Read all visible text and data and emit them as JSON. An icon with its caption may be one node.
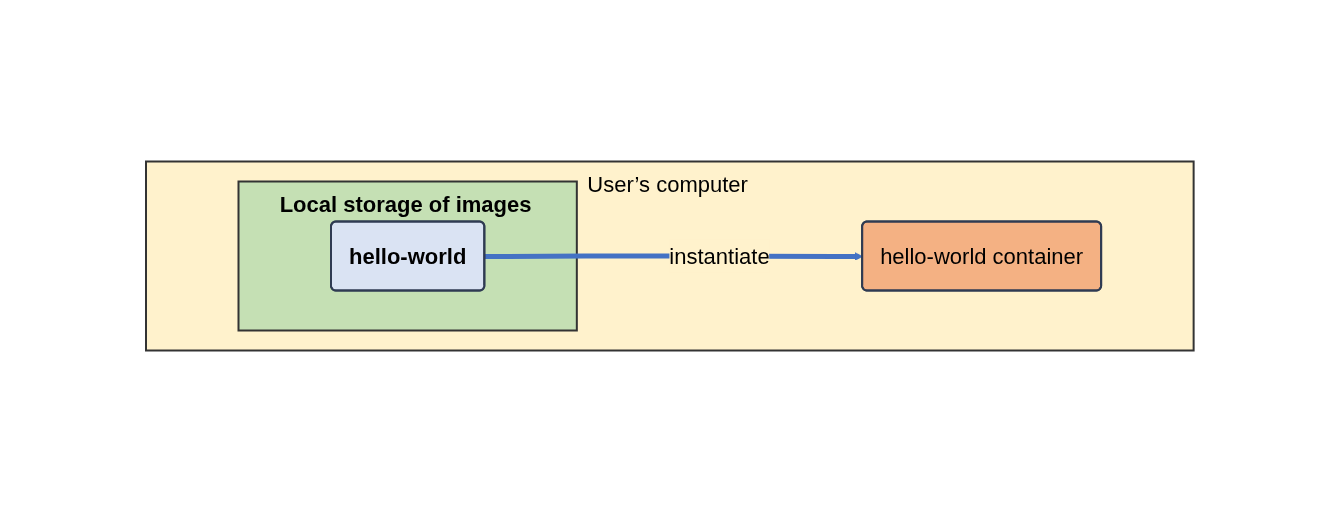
{
  "diagram": {
    "nodes": [
      {
        "text": [
          "User’s computer"
        ]
      },
      {
        "text": [
          "Local storage of images"
        ],
        "in": 0
      },
      {
        "text": [
          "hello-world"
        ],
        "in": 1
      },
      {
        "text": [
          "hello-world container"
        ],
        "in": 0
      }
    ],
    "edges": [
      {
        "from": 2,
        "to": 3,
        "label": "instantiate",
        "arrow": "to",
        "color": "#4472c4"
      }
    ]
  }
}
